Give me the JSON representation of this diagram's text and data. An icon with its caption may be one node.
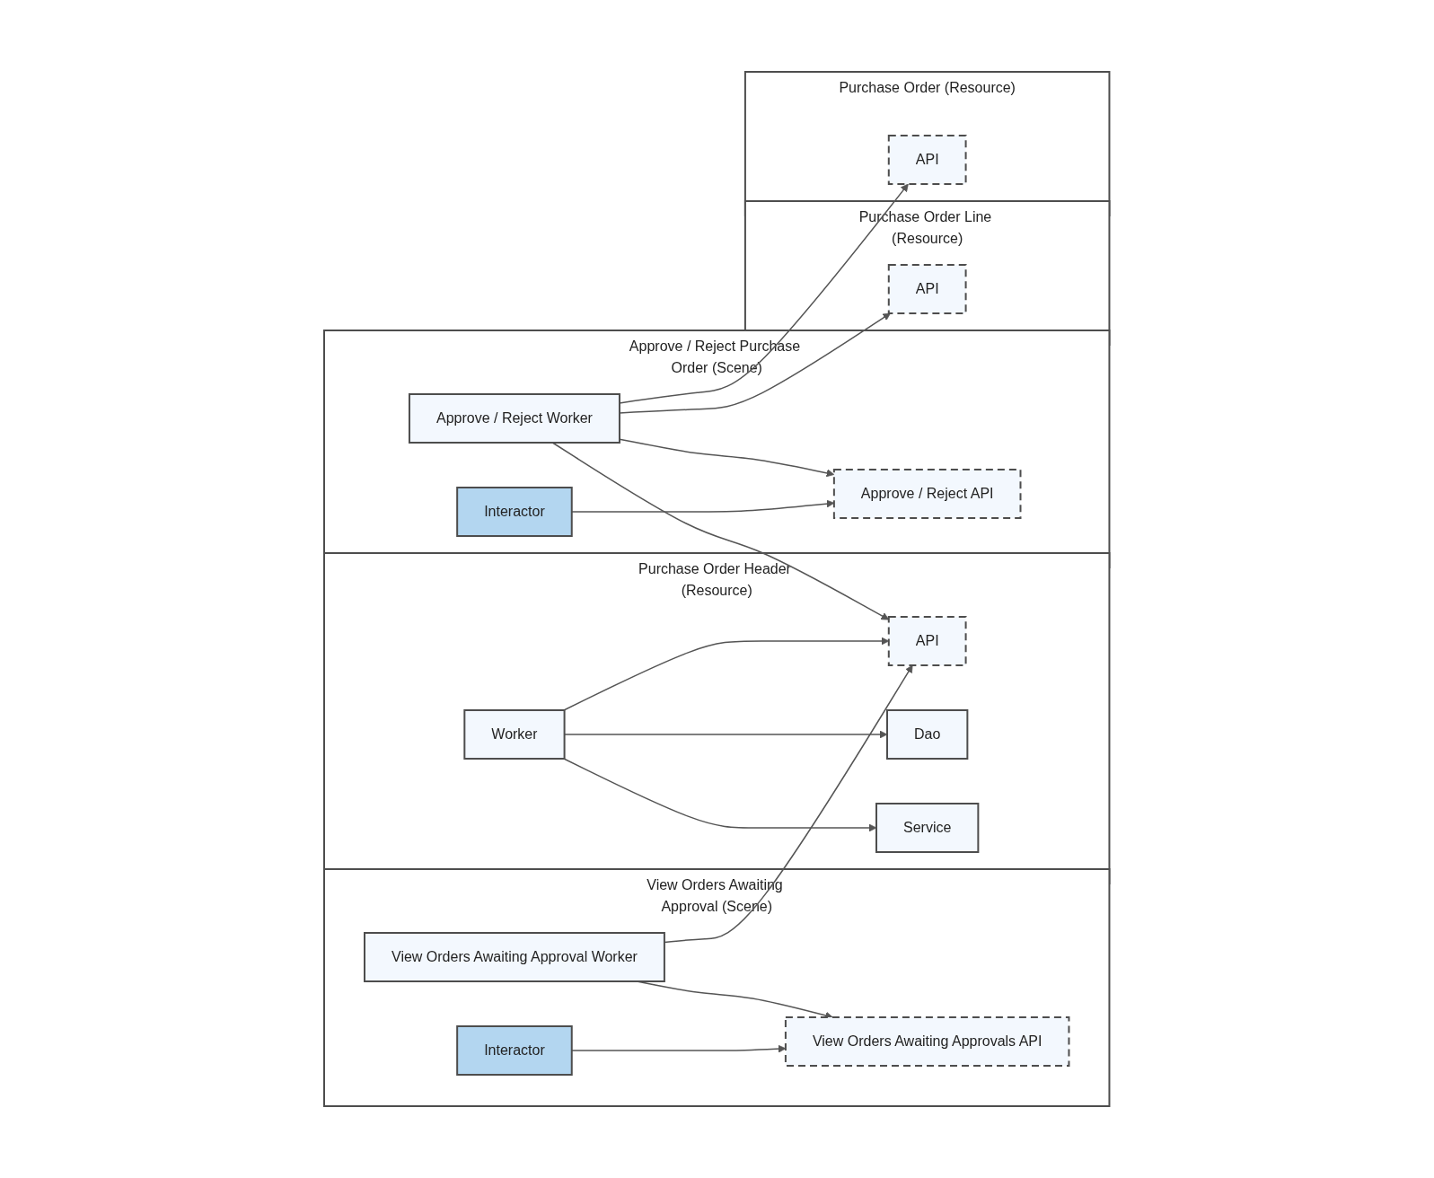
{
  "diagram": {
    "nodes": [
      {
        "text": [
          "View Orders Awaiting Approval (Scene)"
        ]
      },
      {
        "text": [
          "Interactor"
        ],
        "in": 0
      },
      {
        "text": [
          "View Orders Awaiting Approvals API"
        ],
        "in": 0
      },
      {
        "text": [
          "View Orders Awaiting Approval Worker"
        ],
        "in": 0
      },
      {
        "text": [
          "Purchase Order Header (Resource)"
        ]
      },
      {
        "text": [
          "API"
        ],
        "in": 4
      },
      {
        "text": [
          "Worker"
        ],
        "in": 4
      },
      {
        "text": [
          "Dao"
        ],
        "in": 4
      },
      {
        "text": [
          "Service"
        ],
        "in": 4
      },
      {
        "text": [
          "Approve / Reject Purchase Order (Scene)"
        ]
      },
      {
        "text": [
          "Interactor"
        ],
        "in": 9
      },
      {
        "text": [
          "Approve / Reject API"
        ],
        "in": 9
      },
      {
        "text": [
          "Approve / Reject Worker"
        ],
        "in": 9
      },
      {
        "text": [
          "Purchase Order Line (Resource)"
        ]
      },
      {
        "text": [
          "API"
        ],
        "in": 13
      },
      {
        "text": [
          "Purchase Order (Resource)"
        ]
      },
      {
        "text": [
          "API"
        ],
        "in": 15
      }
    ],
    "edges": [
      {
        "from": 1,
        "to": 2,
        "arrow": "to"
      },
      {
        "from": 3,
        "to": 2,
        "arrow": "to"
      },
      {
        "from": 3,
        "to": 5,
        "arrow": "to"
      },
      {
        "from": 6,
        "to": 5,
        "arrow": "to"
      },
      {
        "from": 6,
        "to": 7,
        "arrow": "to"
      },
      {
        "from": 6,
        "to": 8,
        "arrow": "to"
      },
      {
        "from": 10,
        "to": 11,
        "arrow": "to"
      },
      {
        "from": 12,
        "to": 11,
        "arrow": "to"
      },
      {
        "from": 12,
        "to": 5,
        "arrow": "to"
      },
      {
        "from": 12,
        "to": 14,
        "arrow": "to"
      },
      {
        "from": 12,
        "to": 16,
        "arrow": "to"
      }
    ]
  }
}
